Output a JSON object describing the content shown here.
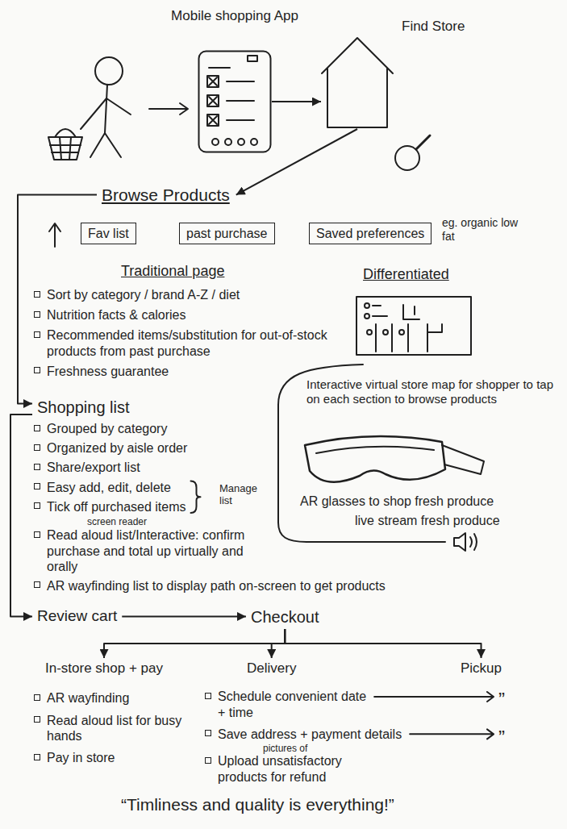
{
  "diagram": {
    "nodes": [
      {
        "text": [
          "Mobile shopping App"
        ]
      },
      {
        "text": [
          "Find Store"
        ]
      },
      {
        "text": [
          "Browse Products"
        ]
      },
      {
        "text": [
          "Fav list"
        ]
      },
      {
        "text": [
          "past purchase"
        ]
      },
      {
        "text": [
          "Saved preferences"
        ]
      },
      {
        "text": [
          "Shopping list"
        ]
      },
      {
        "text": [
          "Review cart"
        ]
      },
      {
        "text": [
          "Checkout"
        ]
      },
      {
        "text": [
          "In-store shop + pay"
        ]
      },
      {
        "text": [
          "Delivery"
        ]
      },
      {
        "text": [
          "Pickup"
        ]
      }
    ],
    "edges": [
      {
        "from": 0,
        "to": 1,
        "arrow": "to"
      },
      {
        "from": 1,
        "to": 2,
        "arrow": "to"
      },
      {
        "from": 2,
        "to": 6,
        "arrow": "to"
      },
      {
        "from": 6,
        "to": 7,
        "arrow": "to"
      },
      {
        "from": 7,
        "to": 8,
        "arrow": "to"
      },
      {
        "from": 8,
        "to": 9,
        "arrow": "to"
      },
      {
        "from": 8,
        "to": 10,
        "arrow": "to"
      },
      {
        "from": 8,
        "to": 11,
        "arrow": "to"
      }
    ],
    "labels": [
      "eg. organic low fat",
      "Traditional page",
      "Sort by category / brand A-Z / diet",
      "Nutrition facts & calories",
      "Recommended items/substitution for out-of-stock products from past purchase",
      "Freshness guarantee",
      "Differentiated",
      "Interactive virtual store map for shopper to tap on each section to browse products",
      "AR glasses to shop fresh produce",
      "live stream fresh produce",
      "Grouped by category",
      "Organized by aisle order",
      "Share/export list",
      "Easy add, edit, delete",
      "Tick off purchased items",
      "Manage list",
      "screen reader",
      "Read aloud list/Interactive: confirm purchase and total up virtually and orally",
      "AR wayfinding list to display path on-screen to get products",
      "AR wayfinding",
      "Read aloud list for busy hands",
      "Pay in store",
      "Schedule convenient date + time",
      "”",
      "Save address + payment details",
      "”",
      "pictures of",
      "Upload unsatisfactory products for refund",
      "“Timliness and quality is everything!”"
    ]
  }
}
